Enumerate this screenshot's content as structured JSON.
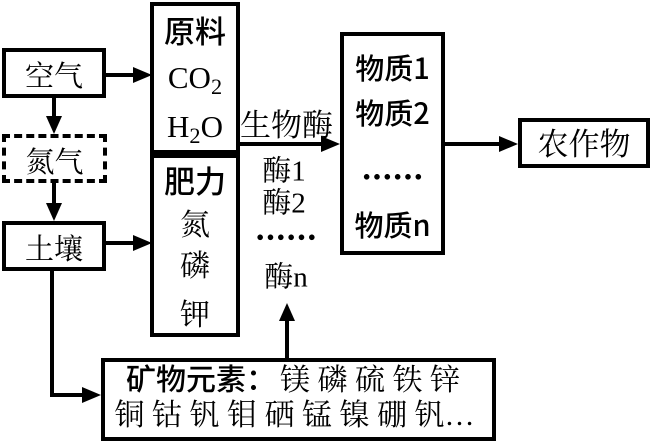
{
  "page": {
    "background": "#ffffff",
    "ink": "#000000"
  },
  "diagram": {
    "boxes": {
      "air": {
        "label": "空气"
      },
      "nitrogen_gas": {
        "label": "氮气"
      },
      "soil": {
        "label": "土壤"
      },
      "raw_materials": {
        "title": "原料",
        "co2": {
          "base": "CO",
          "sub": "2",
          "tail": ""
        },
        "h2o": {
          "base": "H",
          "sub": "2",
          "tail": "O"
        }
      },
      "fertility": {
        "title": "肥力",
        "elements": [
          "氮",
          "磷",
          "钾"
        ]
      },
      "substances": {
        "items": [
          "物质1",
          "物质2",
          "……",
          "物质n"
        ]
      },
      "crops": {
        "label": "农作物"
      },
      "minerals": {
        "title": "矿物元素：",
        "line1_elements": "镁 磷 硫 铁 锌",
        "line2_elements": "铜 钴 钒 钼 硒 锰 镍 硼 钒…"
      }
    },
    "labels": {
      "bio_enzyme": "生物酶",
      "enzymes": [
        "酶1",
        "酶2",
        "……",
        "酶n"
      ]
    }
  }
}
